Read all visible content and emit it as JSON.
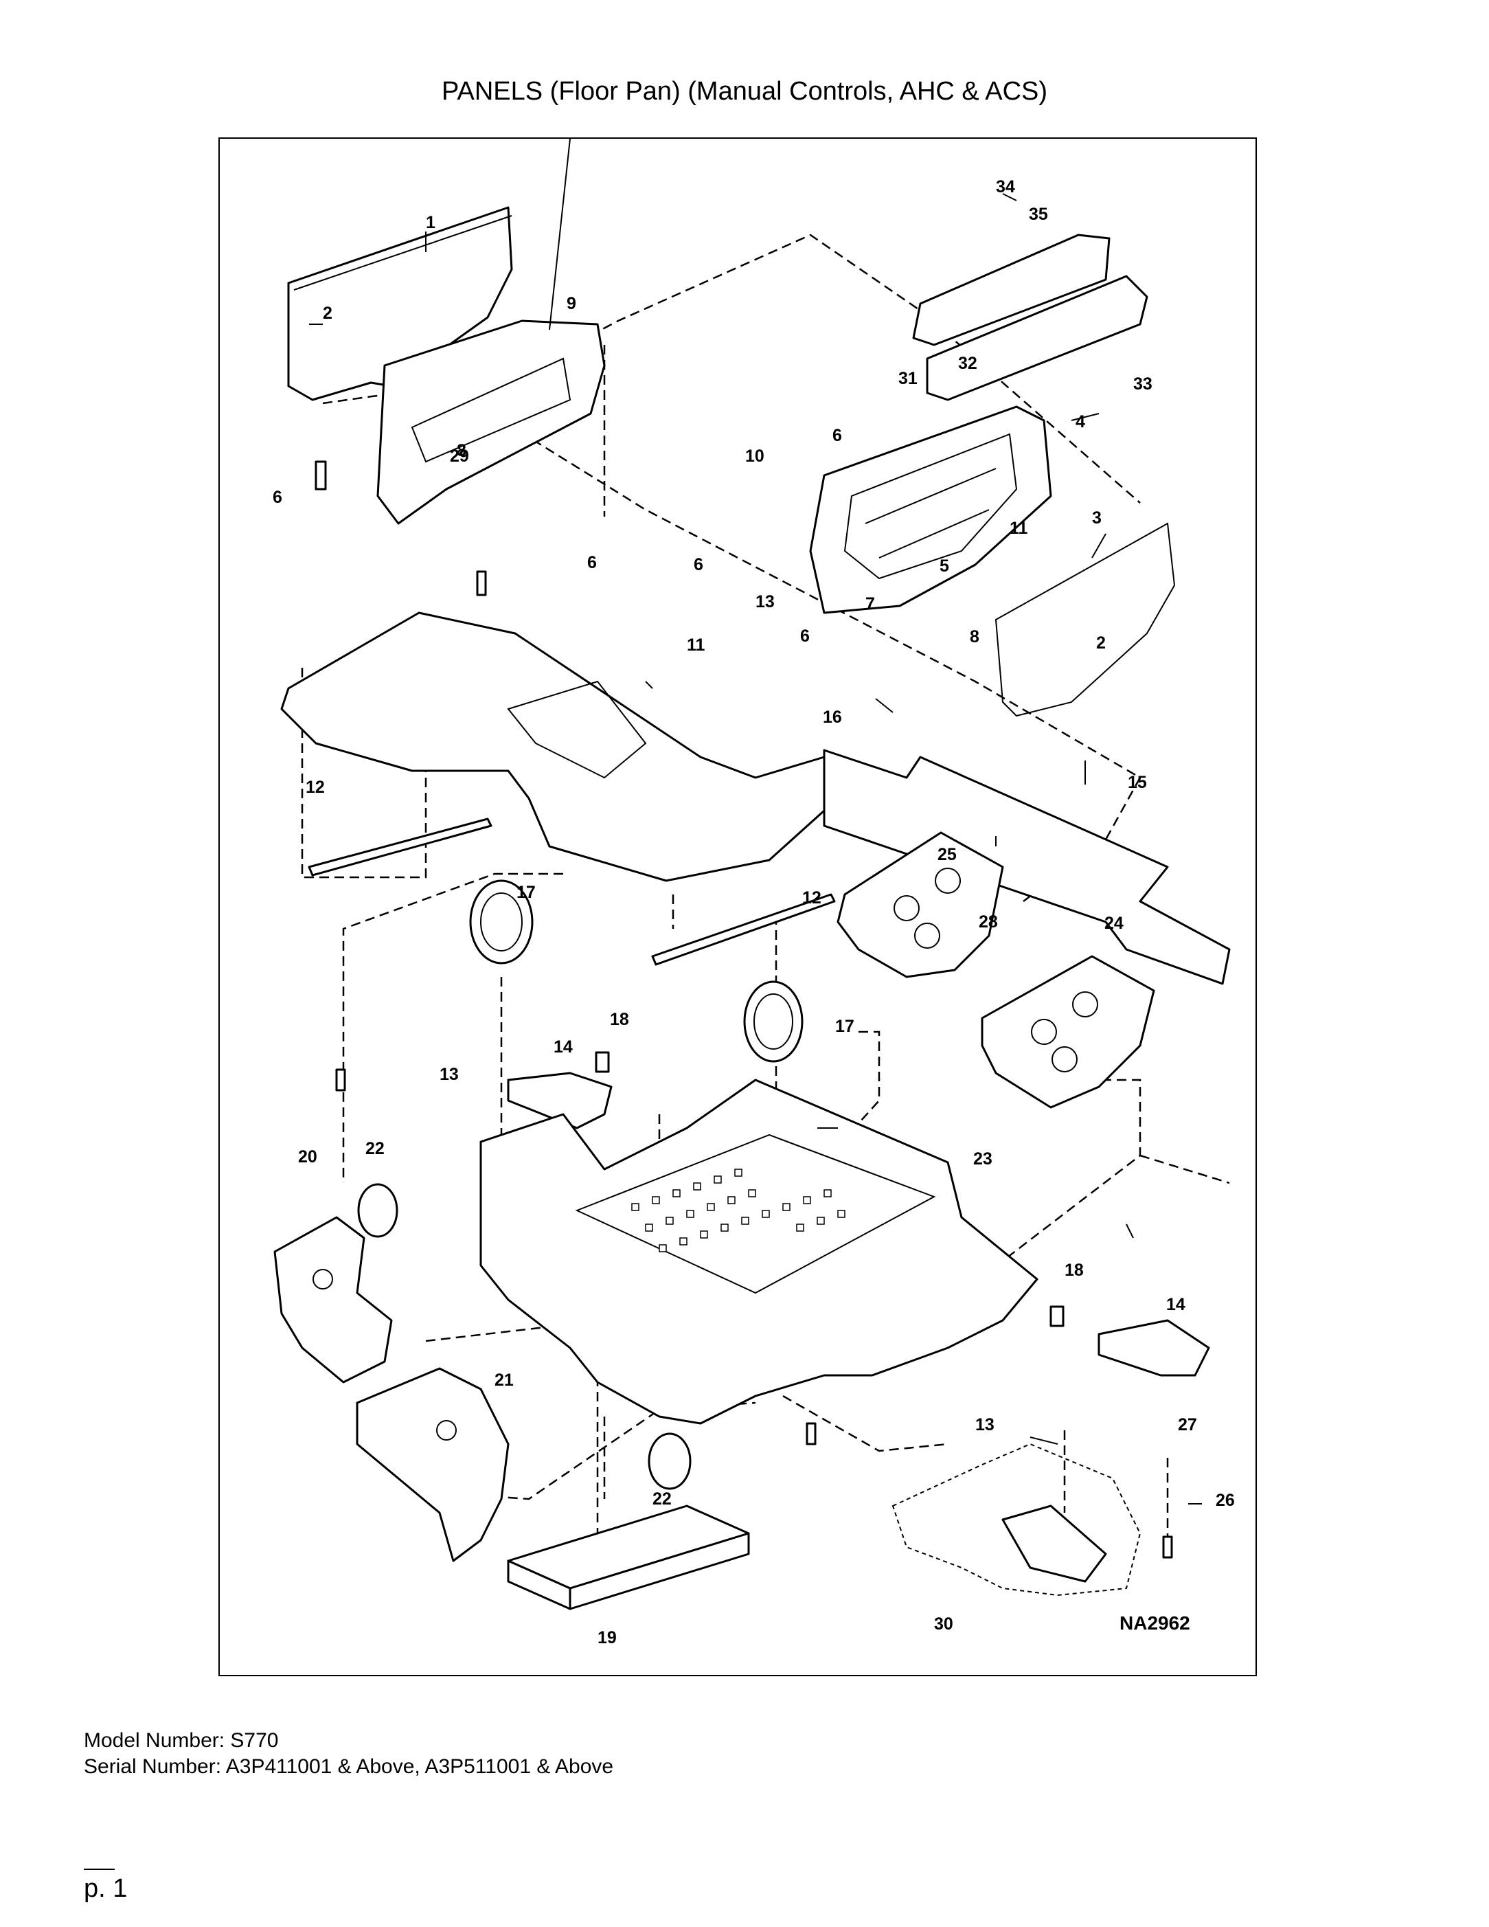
{
  "page": {
    "title": "PANELS (Floor Pan) (Manual Controls, AHC & ACS)",
    "model_line": "Model Number: S770",
    "serial_line": "Serial Number: A3P411001 & Above, A3P511001 & Above",
    "page_number": "p. 1"
  },
  "figure": {
    "figure_id": "NA2962",
    "callouts": [
      "1",
      "2",
      "34",
      "35",
      "33",
      "9",
      "32",
      "31",
      "4",
      "8",
      "10",
      "6",
      "29",
      "3",
      "6",
      "11",
      "6",
      "6",
      "5",
      "7",
      "13",
      "6",
      "8",
      "2",
      "11",
      "16",
      "15",
      "12",
      "25",
      "17",
      "12",
      "28",
      "24",
      "18",
      "17",
      "14",
      "13",
      "20",
      "22",
      "23",
      "18",
      "14",
      "21",
      "27",
      "13",
      "26",
      "22",
      "19",
      "30"
    ]
  }
}
